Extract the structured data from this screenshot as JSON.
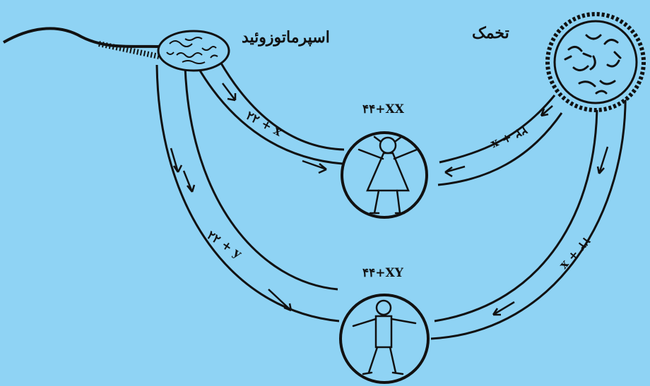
{
  "labels": {
    "sperm": "اسپرماتوزوئید",
    "egg": "تخمک"
  },
  "zygotes": {
    "female_formula": "۴۴+XX",
    "male_formula": "۴۴+XY"
  },
  "chromosome_labels": {
    "sperm_to_female": "۲۲ + x",
    "egg_to_female": "۲۲ + x",
    "sperm_to_male": "۲۲ + y",
    "egg_to_male": "۲۲ + x"
  }
}
